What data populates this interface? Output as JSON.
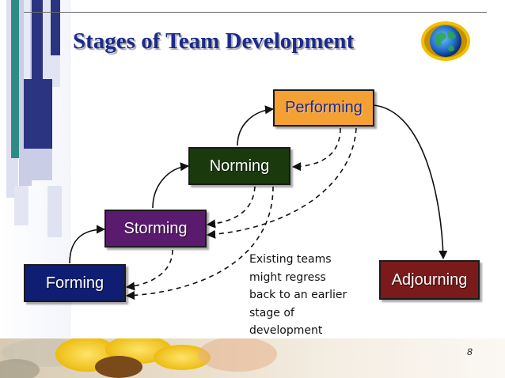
{
  "title": "Stages of Team Development",
  "stages": {
    "forming": {
      "label": "Forming",
      "fill": "#0f1e73",
      "text_color": "#ffffff"
    },
    "storming": {
      "label": "Storming",
      "fill": "#5a1a6e",
      "text_color": "#ffffff"
    },
    "norming": {
      "label": "Norming",
      "fill": "#1a3a0e",
      "text_color": "#ffffff"
    },
    "performing": {
      "label": "Performing",
      "fill": "#f5a033",
      "text_color": "#1c2a8c"
    },
    "adjourning": {
      "label": "Adjourning",
      "fill": "#7a1a1a",
      "text_color": "#ffffff"
    }
  },
  "note": "Existing teams\nmight regress\nback to an earlier\nstage of\ndevelopment",
  "page_number": "8",
  "colors": {
    "title": "#1c2a8c",
    "arrow": "#111111",
    "deco_dark": "#2a3480",
    "deco_teal": "#2f8a86",
    "deco_light": "#c9cde6"
  },
  "icons": {
    "globe": "globe-icon"
  }
}
